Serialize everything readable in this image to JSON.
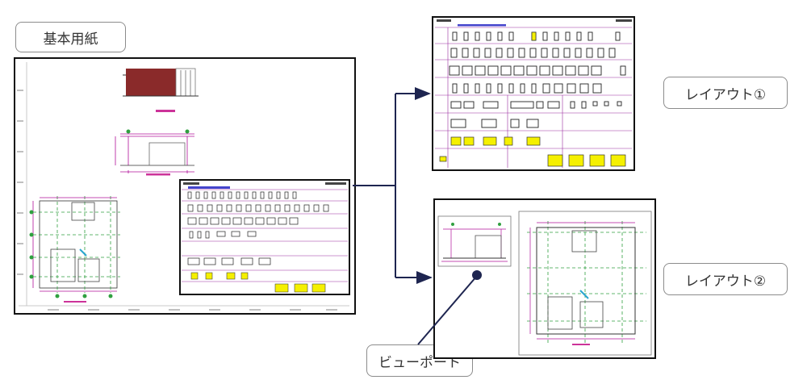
{
  "labels": {
    "base_sheet": "基本用紙",
    "layout1": "レイアウト①",
    "layout2": "レイアウト②",
    "viewport": "ビューポート"
  },
  "colors": {
    "frame": "#111111",
    "arrow": "#1e2550",
    "label_border": "#8c8c8c",
    "wall_red": "#8a2a2a",
    "dim_magenta": "#b0109a",
    "grid_green": "#30a040",
    "fixture_yellow": "#f5f000",
    "table_purple": "#9a2aa0"
  },
  "icons": [
    "arrow-right-icon",
    "viewport-pointer-icon"
  ]
}
